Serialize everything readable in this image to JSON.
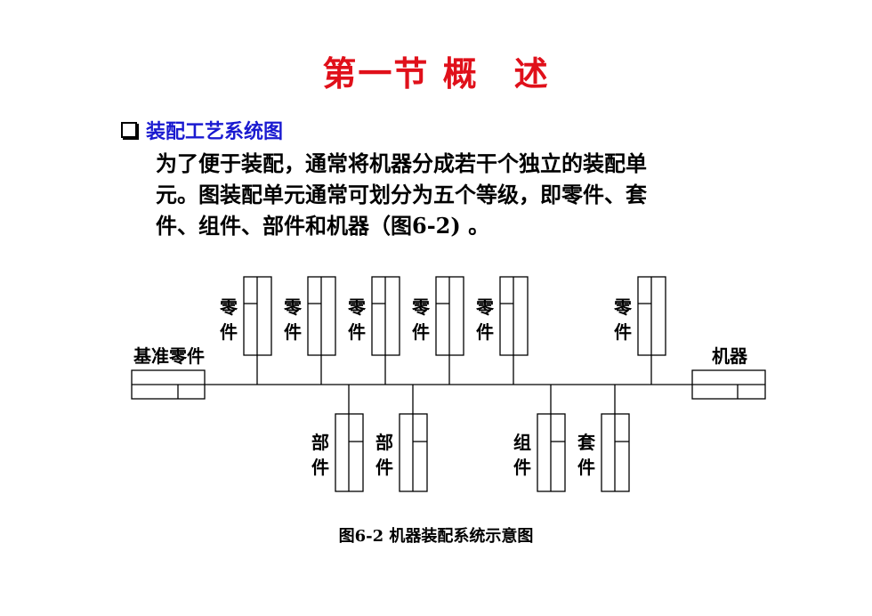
{
  "title": "第一节 概　述",
  "section": {
    "label": "装配工艺系统图"
  },
  "paragraph": [
    "为了便于装配，通常将机器分成若干个独立的装配单",
    "元。图装配单元通常可划分为五个等级，即零件、套",
    "件、组件、部件和机器（图6-2) 。"
  ],
  "diagram": {
    "base_label": "基准零件",
    "end_label": "机器",
    "top_units": [
      {
        "label": [
          "零",
          "件"
        ]
      },
      {
        "label": [
          "零",
          "件"
        ]
      },
      {
        "label": [
          "零",
          "件"
        ]
      },
      {
        "label": [
          "零",
          "件"
        ]
      },
      {
        "label": [
          "零",
          "件"
        ]
      },
      {
        "label": [
          "零",
          "件"
        ]
      }
    ],
    "bottom_units": [
      {
        "label": [
          "部",
          "件"
        ]
      },
      {
        "label": [
          "部",
          "件"
        ]
      },
      {
        "label": [
          "组",
          "件"
        ]
      },
      {
        "label": [
          "套",
          "件"
        ]
      }
    ]
  },
  "caption": "图6-2  机器装配系统示意图"
}
